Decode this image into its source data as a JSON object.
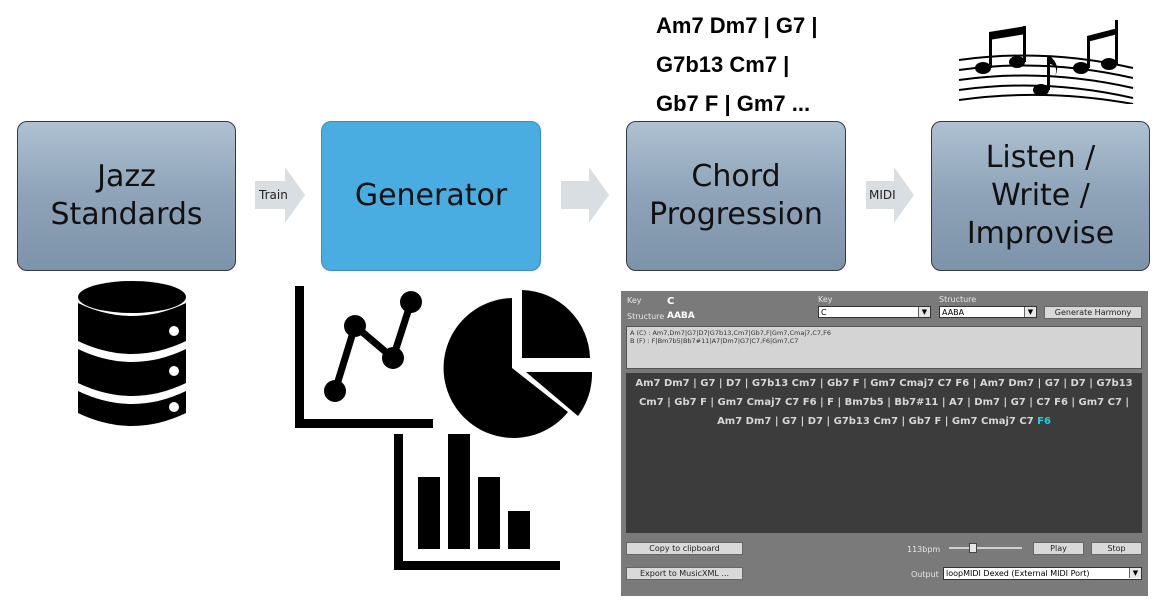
{
  "boxes": [
    {
      "id": "jazz",
      "lines": [
        "Jazz",
        "Standards"
      ]
    },
    {
      "id": "generator",
      "lines": [
        "Generator"
      ]
    },
    {
      "id": "chord",
      "lines": [
        "Chord",
        "Progression"
      ]
    },
    {
      "id": "listen",
      "lines": [
        "Listen /",
        "Write /",
        "Improvise"
      ]
    }
  ],
  "arrows": {
    "train": "Train",
    "midi": "MIDI"
  },
  "chord_text": [
    "Am7 Dm7 | G7 |",
    "G7b13 Cm7 |",
    "Gb7  F | Gm7 ..."
  ],
  "colors": {
    "box_grey": "#8ea3b8",
    "box_blue": "#49ade2",
    "arrow": "#d9dee3",
    "highlight": "#19d3e8"
  },
  "icons": [
    "database-icon",
    "line-chart-icon",
    "pie-chart-icon",
    "bar-chart-icon",
    "music-notes-icon"
  ],
  "app": {
    "key_label": "Key",
    "key_value": "C",
    "structure_label": "Structure",
    "structure_value": "AABA",
    "key_select_label": "Key",
    "key_select_value": "C",
    "structure_select_label": "Structure",
    "structure_select_value": "AABA",
    "generate_button": "Generate Harmony",
    "text_lines": [
      "A (C) : Am7,Dm7|G7|D7|G7b13,Cm7|Gb7,F|Gm7,Cmaj7,C7,F6",
      "B (F) : F|Bm7b5|Bb7#11|A7|Dm7|G7|C7,F6|Gm7,C7"
    ],
    "chord_lines": [
      "Am7  Dm7  |  G7  |  D7  |  G7b13  Cm7  |  Gb7  F  |  Gm7  Cmaj7  C7  F6  |  Am7  Dm7  |  G7  |  D7  |  G7b13",
      "Cm7  |  Gb7  F  |  Gm7  Cmaj7  C7  F6  |  F  |  Bm7b5  |  Bb7#11  |  A7  |  Dm7  |  G7  |  C7  F6  |  Gm7  C7  |",
      "Am7  Dm7  |  G7  |  D7  |  G7b13  Cm7  |  Gb7  F  |  Gm7  Cmaj7  C7  "
    ],
    "chord_highlight": "F6",
    "copy_button": "Copy to clipboard",
    "export_button": "Export to MusicXML ...",
    "bpm": "113bpm",
    "tempo_fraction": 0.3,
    "play_button": "Play",
    "stop_button": "Stop",
    "output_label": "Output",
    "output_value": "loopMIDI Dexed (External MIDI Port)"
  }
}
